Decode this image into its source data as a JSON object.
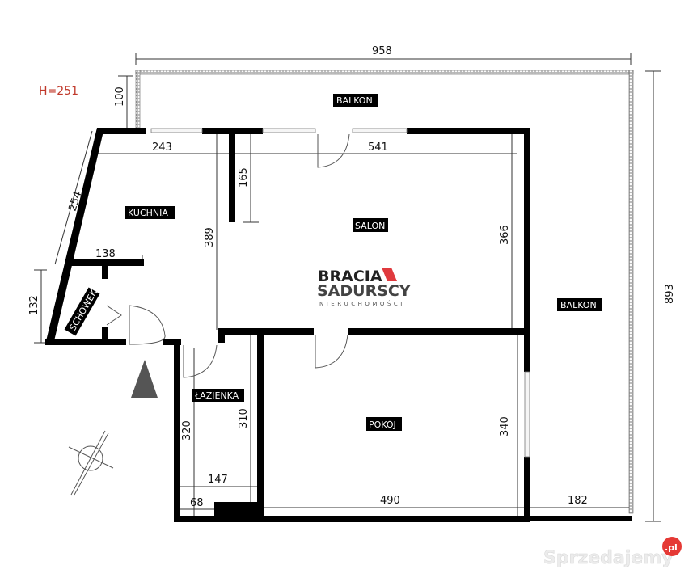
{
  "plan": {
    "height_note": "H=251",
    "rooms": {
      "balkon_top": "BALKON",
      "balkon_right": "BALKON",
      "kuchnia": "KUCHNIA",
      "salon": "SALON",
      "schowek": "SCHOWEK",
      "lazienka": "ŁAZIENKA",
      "pokoj": "POKÓJ"
    },
    "dimensions": {
      "balkon_width": "958",
      "balkon_depth": "100",
      "total_height": "893",
      "kuchnia_width": "243",
      "kuchnia_diag": "254",
      "kuchnia_depth": "389",
      "kuchnia_bottom": "138",
      "wall_stub": "165",
      "salon_width": "541",
      "salon_depth": "366",
      "schowek_depth": "132",
      "lazienka_left": "320",
      "lazienka_right": "310",
      "lazienka_width": "147",
      "lazienka_small": "68",
      "pokoj_width": "490",
      "pokoj_depth": "340",
      "balkon_right_width": "182"
    }
  },
  "logo": {
    "line1": "BRACIA",
    "line2": "SADURSCY",
    "line3": "NIERUCHOMOŚCI",
    "accent_color": "#e03a3e"
  },
  "watermark": {
    "text": "Sprzedajemy",
    "badge": ".pl",
    "badge_color": "#e53935"
  }
}
